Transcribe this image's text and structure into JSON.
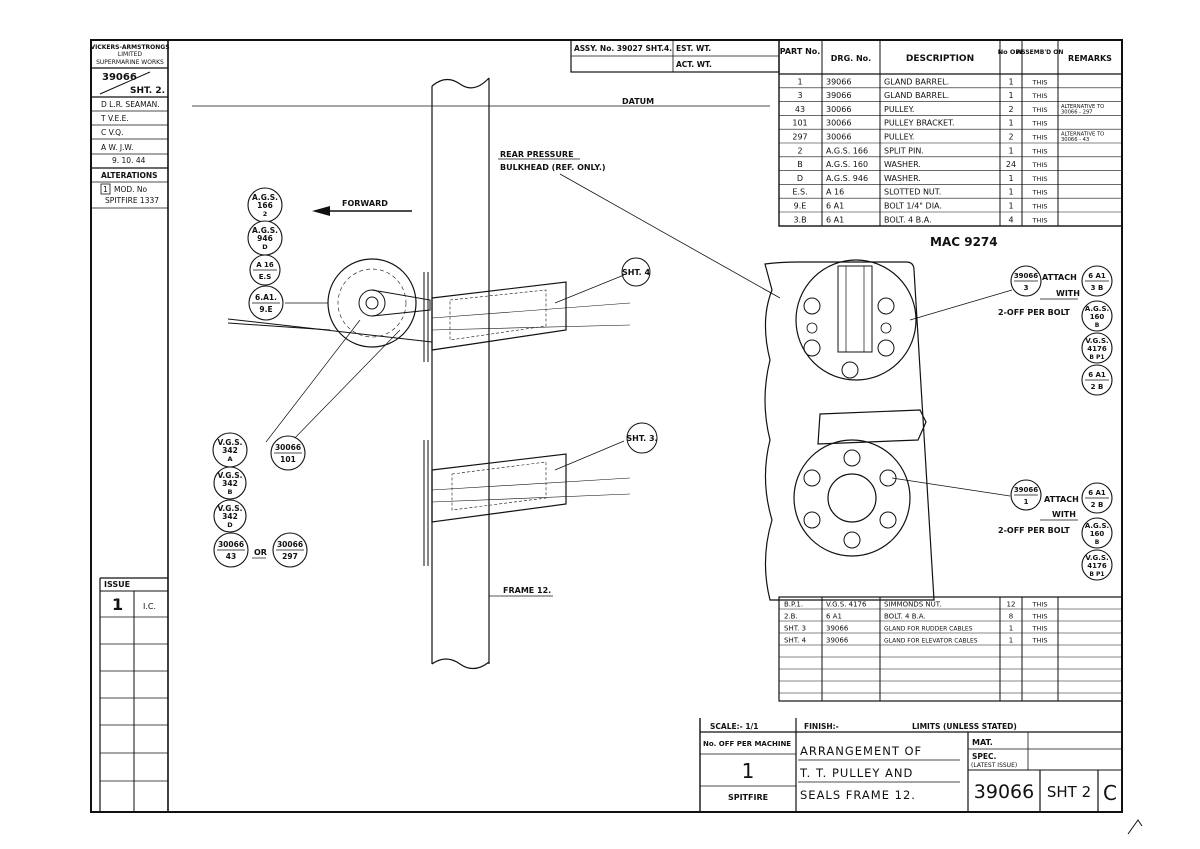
{
  "company": {
    "line1": "VICKERS-ARMSTRONGS",
    "line2": "LIMITED",
    "line3": "SUPERMARINE WORKS"
  },
  "sheet_ref": {
    "number": "39066",
    "sheet": "SHT. 2."
  },
  "signoffs": [
    "D L.R. SEAMAN.",
    "T V.E.E.",
    "C V.Q.",
    "A W. J.W.",
    "9. 10. 44"
  ],
  "alterations": {
    "label": "ALTERATIONS",
    "number": "1",
    "text1": "MOD. No",
    "text2": "SPITFIRE 1337"
  },
  "issue": {
    "label": "ISSUE",
    "number": "1",
    "initials": "I.C."
  },
  "assy": {
    "label": "ASSY. No. 39027 SHT.4.",
    "est_wt": "EST. WT.",
    "act_wt": "ACT. WT."
  },
  "parts_table": {
    "headers": [
      "PART No.",
      "DRG. No.",
      "DESCRIPTION",
      "No OFF",
      "ASSEMB'D ON",
      "REMARKS"
    ],
    "rows": [
      {
        "part": "1",
        "drg": "39066",
        "desc": "GLAND BARREL.",
        "off": "1",
        "on": "THIS",
        "remarks": ""
      },
      {
        "part": "3",
        "drg": "39066",
        "desc": "GLAND BARREL.",
        "off": "1",
        "on": "THIS",
        "remarks": ""
      },
      {
        "part": "43",
        "drg": "30066",
        "desc": "PULLEY.",
        "off": "2",
        "on": "THIS",
        "remarks": "ALTERNATIVE TO 30066 - 297"
      },
      {
        "part": "101",
        "drg": "30066",
        "desc": "PULLEY BRACKET.",
        "off": "1",
        "on": "THIS",
        "remarks": ""
      },
      {
        "part": "297",
        "drg": "30066",
        "desc": "PULLEY.",
        "off": "2",
        "on": "THIS",
        "remarks": "ALTERNATIVE TO 30066 - 43"
      },
      {
        "part": "2",
        "drg": "A.G.S. 166",
        "desc": "SPLIT PIN.",
        "off": "1",
        "on": "THIS",
        "remarks": ""
      },
      {
        "part": "B",
        "drg": "A.G.S. 160",
        "desc": "WASHER.",
        "off": "24",
        "on": "THIS",
        "remarks": ""
      },
      {
        "part": "D",
        "drg": "A.G.S. 946",
        "desc": "WASHER.",
        "off": "1",
        "on": "THIS",
        "remarks": ""
      },
      {
        "part": "E.S.",
        "drg": "A 16",
        "desc": "SLOTTED NUT.",
        "off": "1",
        "on": "THIS",
        "remarks": ""
      },
      {
        "part": "9.E",
        "drg": "6 A1",
        "desc": "BOLT 1/4\" DIA.",
        "off": "1",
        "on": "THIS",
        "remarks": ""
      },
      {
        "part": "3.B",
        "drg": "6 A1",
        "desc": "BOLT. 4 B.A.",
        "off": "4",
        "on": "THIS",
        "remarks": ""
      }
    ]
  },
  "lower_table": {
    "rows": [
      {
        "part": "B.P.1.",
        "drg": "V.G.S. 4176",
        "desc": "SIMMONDS NUT.",
        "off": "12",
        "on": "THIS"
      },
      {
        "part": "2.B.",
        "drg": "6 A1",
        "desc": "BOLT. 4 B.A.",
        "off": "8",
        "on": "THIS"
      },
      {
        "part": "SHT. 3",
        "drg": "39066",
        "desc": "GLAND FOR RUDDER CABLES",
        "off": "1",
        "on": "THIS"
      },
      {
        "part": "SHT. 4",
        "drg": "39066",
        "desc": "GLAND FOR ELEVATOR CABLES",
        "off": "1",
        "on": "THIS"
      }
    ]
  },
  "drawing": {
    "datum": "DATUM",
    "rear_bulkhead_1": "REAR PRESSURE",
    "rear_bulkhead_2": "BULKHEAD (REF. ONLY.)",
    "forward": "FORWARD",
    "frame": "FRAME 12.",
    "sht4": "SHT. 4",
    "sht3": "SHT. 3.",
    "mac": "MAC 9274",
    "or": "OR",
    "attach_upper": "ATTACH",
    "with_upper": "WITH",
    "bolt_upper": "2-OFF PER BOLT",
    "attach_lower": "ATTACH",
    "with_lower": "WITH",
    "bolt_lower": "2-OFF PER BOLT"
  },
  "balloons_left": [
    {
      "top": "A.G.S.",
      "mid": "166",
      "bot": "2"
    },
    {
      "top": "A.G.S.",
      "mid": "946",
      "bot": "D"
    },
    {
      "top": "A 16",
      "mid": "",
      "bot": "E.S"
    },
    {
      "top": "6.A1.",
      "mid": "",
      "bot": "9.E"
    },
    {
      "top": "V.G.S.",
      "mid": "342",
      "bot": "A"
    },
    {
      "top": "V.G.S.",
      "mid": "342",
      "bot": "B"
    },
    {
      "top": "V.G.S.",
      "mid": "342",
      "bot": "D"
    },
    {
      "top": "30066",
      "mid": "",
      "bot": "43"
    },
    {
      "top": "30066",
      "mid": "",
      "bot": "297"
    },
    {
      "top": "30066",
      "mid": "",
      "bot": "101"
    }
  ],
  "balloons_right": [
    {
      "top": "39066",
      "mid": "",
      "bot": "3"
    },
    {
      "top": "6 A1",
      "mid": "",
      "bot": "3 B"
    },
    {
      "top": "A.G.S.",
      "mid": "160",
      "bot": "B"
    },
    {
      "top": "V.G.S.",
      "mid": "4176",
      "bot": "B P1"
    },
    {
      "top": "6 A1",
      "mid": "",
      "bot": "2 B"
    },
    {
      "top": "39066",
      "mid": "",
      "bot": "1"
    },
    {
      "top": "6 A1",
      "mid": "",
      "bot": "2 B"
    },
    {
      "top": "A.G.S.",
      "mid": "160",
      "bot": "B"
    },
    {
      "top": "V.G.S.",
      "mid": "4176",
      "bot": "B P1"
    }
  ],
  "title_block": {
    "scale": "SCALE:- 1/1",
    "finish": "FINISH:-",
    "limits": "LIMITS (UNLESS STATED)",
    "no_off_label": "No. OFF PER MACHINE",
    "no_off_value": "1",
    "machine": "SPITFIRE",
    "title1": "ARRANGEMENT OF",
    "title2": "T. T. PULLEY AND",
    "title3": "SEALS FRAME 12.",
    "mat": "MAT.",
    "spec": "SPEC.",
    "latest": "(LATEST ISSUE)",
    "drawing_no": "39066",
    "sht": "SHT 2",
    "rev": "C"
  }
}
